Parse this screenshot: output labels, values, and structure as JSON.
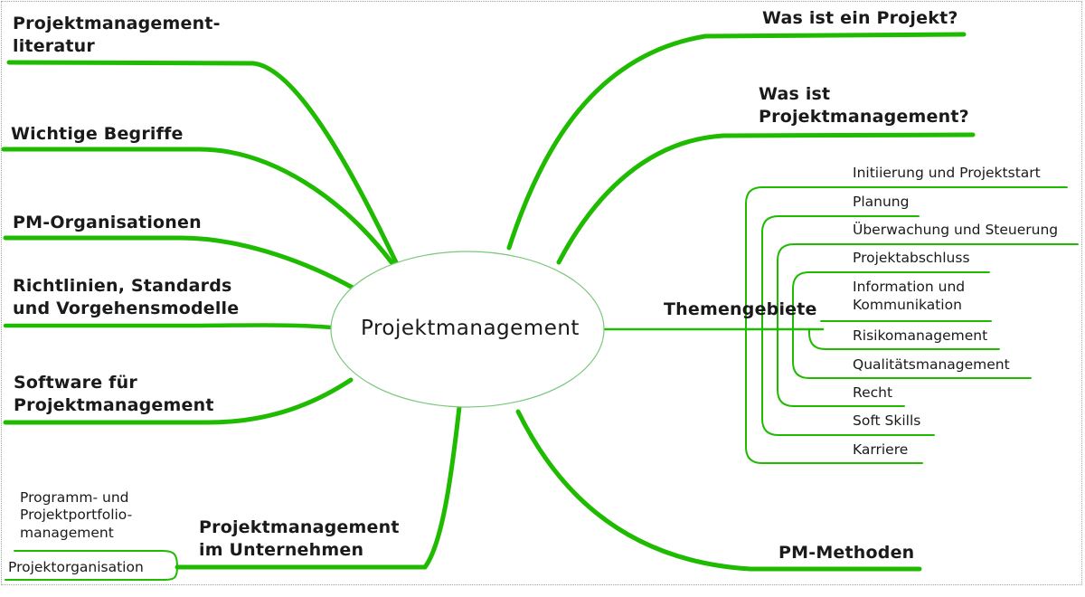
{
  "colors": {
    "branch": "#1fbb00",
    "ellipse_border": "#7cc77c",
    "text": "#1a1a1a"
  },
  "center": {
    "label": "Projektmanagement"
  },
  "left_branches": [
    {
      "id": "literatur",
      "lines": [
        "Projektmanagement-",
        "literatur"
      ]
    },
    {
      "id": "begriffe",
      "lines": [
        "Wichtige Begriffe"
      ]
    },
    {
      "id": "organisationen",
      "lines": [
        "PM-Organisationen"
      ]
    },
    {
      "id": "richtlinien",
      "lines": [
        "Richtlinien, Standards",
        "und Vorgehensmodelle"
      ]
    },
    {
      "id": "software",
      "lines": [
        "Software für",
        "Projektmanagement"
      ]
    }
  ],
  "bottom_branch": {
    "lines": [
      "Projektmanagement",
      "im Unternehmen"
    ],
    "children": [
      {
        "lines": [
          "Programm- und",
          "Projektportfolio-",
          "management"
        ]
      },
      {
        "lines": [
          "Projektorganisation"
        ]
      }
    ]
  },
  "right_branches": [
    {
      "id": "projekt",
      "lines": [
        "Was ist ein Projekt?"
      ]
    },
    {
      "id": "pm",
      "lines": [
        "Was ist",
        "Projektmanagement?"
      ]
    },
    {
      "id": "methoden",
      "lines": [
        "PM-Methoden"
      ]
    }
  ],
  "themengebiete": {
    "label": "Themengebiete",
    "children": [
      "Initiierung und Projektstart",
      "Planung",
      "Überwachung und Steuerung",
      "Projektabschluss",
      "Information und Kommunikation",
      "Risikomanagement",
      "Qualitätsmanagement",
      "Recht",
      "Soft Skills",
      "Karriere"
    ],
    "info_lines": [
      "Information und",
      "Kommunikation"
    ]
  }
}
